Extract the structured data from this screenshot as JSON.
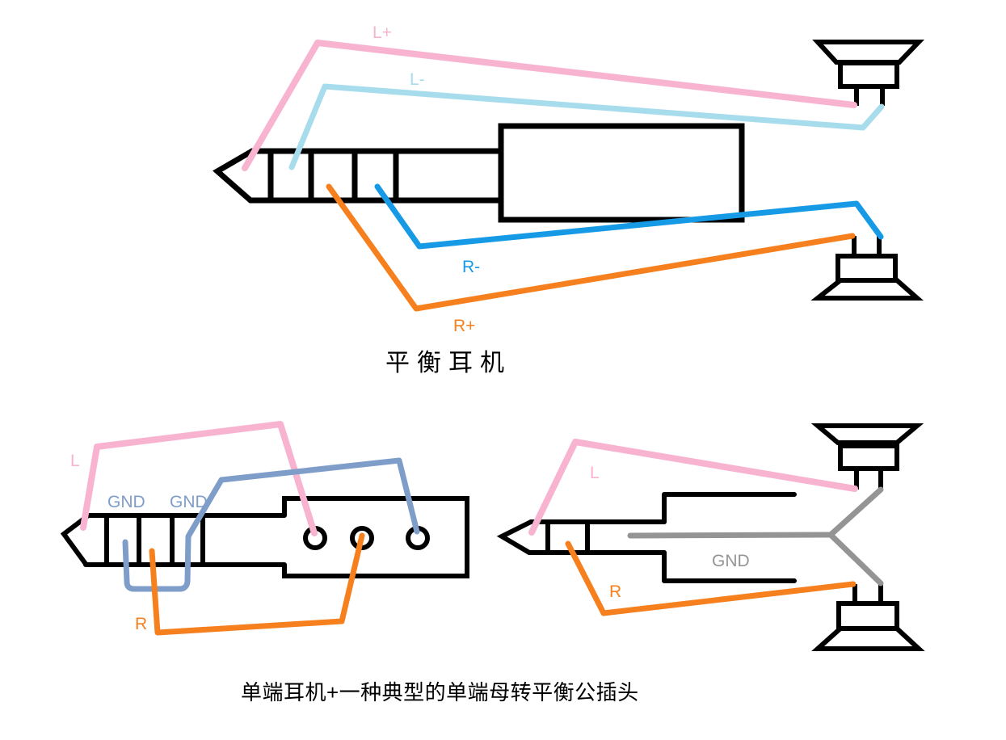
{
  "colors": {
    "black": "#000000",
    "white": "#ffffff",
    "pink": "#f8b3d0",
    "light_blue": "#a6dcec",
    "blue": "#179ae6",
    "orange": "#f67f1e",
    "steel_blue": "#7f9dc9",
    "gray": "#949494"
  },
  "top_diagram": {
    "caption": "平衡耳机",
    "wires": {
      "l_plus": "L+",
      "l_minus": "L-",
      "r_minus": "R-",
      "r_plus": "R+"
    }
  },
  "bottom_left_diagram": {
    "wires": {
      "l": "L",
      "gnd_left": "GND",
      "gnd_right": "GND",
      "r": "R"
    }
  },
  "bottom_right_diagram": {
    "caption": "单端耳机+一种典型的单端母转平衡公插头",
    "wires": {
      "l": "L",
      "gnd": "GND",
      "r": "R"
    }
  }
}
